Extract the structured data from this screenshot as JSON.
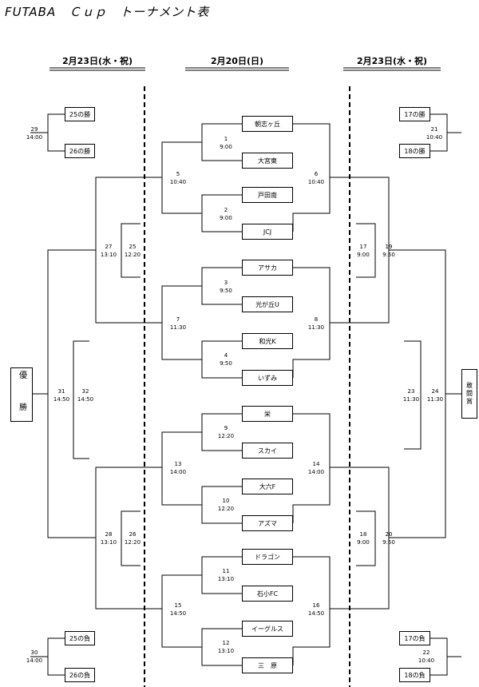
{
  "title": "FUTABA　Ｃｕｐ　トーナメント表",
  "headers": {
    "left": "2月23日(水・祝)",
    "center": "2月20日(日)",
    "right": "2月23日(水・祝)"
  },
  "teams": [
    "朝志ヶ丘",
    "大宮東",
    "戸田南",
    "JCJ",
    "アサカ",
    "光が丘U",
    "和光K",
    "いずみ",
    "栄",
    "スカイ",
    "大六F",
    "アズマ",
    "ドラゴン",
    "石小FC",
    "イーグルス",
    "三　原"
  ],
  "matches": {
    "m1": {
      "no": "1",
      "time": "9:00"
    },
    "m2": {
      "no": "2",
      "time": "9:00"
    },
    "m3": {
      "no": "3",
      "time": "9:50"
    },
    "m4": {
      "no": "4",
      "time": "9:50"
    },
    "m5": {
      "no": "5",
      "time": "10:40"
    },
    "m6": {
      "no": "6",
      "time": "10:40"
    },
    "m7": {
      "no": "7",
      "time": "11:30"
    },
    "m8": {
      "no": "8",
      "time": "11:30"
    },
    "m9": {
      "no": "9",
      "time": "12:20"
    },
    "m10": {
      "no": "10",
      "time": "12:20"
    },
    "m11": {
      "no": "11",
      "time": "13:10"
    },
    "m12": {
      "no": "12",
      "time": "13:10"
    },
    "m13": {
      "no": "13",
      "time": "14:00"
    },
    "m14": {
      "no": "14",
      "time": "14:00"
    },
    "m15": {
      "no": "15",
      "time": "14:50"
    },
    "m16": {
      "no": "16",
      "time": "14:50"
    },
    "m17": {
      "no": "17",
      "time": "9:00"
    },
    "m18": {
      "no": "18",
      "time": "9:00"
    },
    "m19": {
      "no": "19",
      "time": "9:50"
    },
    "m20": {
      "no": "20",
      "time": "9:50"
    },
    "m21": {
      "no": "21",
      "time": "10:40"
    },
    "m22": {
      "no": "22",
      "time": "10:40"
    },
    "m23": {
      "no": "23",
      "time": "11:30"
    },
    "m24": {
      "no": "24",
      "time": "11:30"
    },
    "m25": {
      "no": "25",
      "time": "12:20"
    },
    "m26": {
      "no": "26",
      "time": "12:20"
    },
    "m27": {
      "no": "27",
      "time": "13:10"
    },
    "m28": {
      "no": "28",
      "time": "13:10"
    },
    "m29": {
      "no": "29",
      "time": "14:00"
    },
    "m30": {
      "no": "30",
      "time": "14:00"
    },
    "m31": {
      "no": "31",
      "time": "14:50"
    },
    "m32": {
      "no": "32",
      "time": "14:50"
    }
  },
  "small_boxes": {
    "w25": "25の勝",
    "w26": "26の勝",
    "l25": "25の負",
    "l26": "26の負",
    "w17": "17の勝",
    "w18": "18の勝",
    "l17": "17の負",
    "l18": "18の負"
  },
  "champion": "優　勝",
  "consolation": "敢闘賞"
}
